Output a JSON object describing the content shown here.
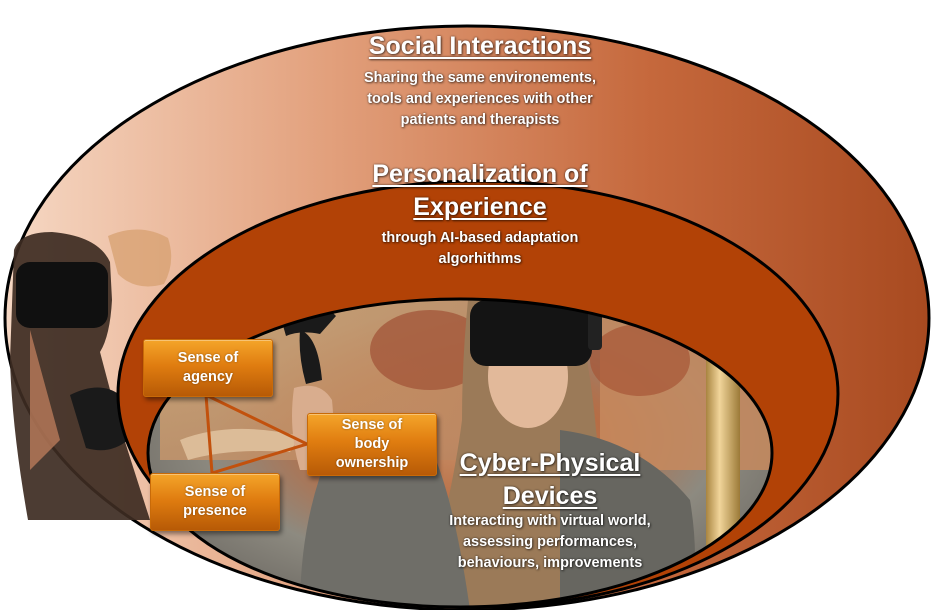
{
  "social": {
    "title": "Social Interactions",
    "description_lines": [
      "Sharing the same environements,",
      "tools and experiences with other",
      "patients and therapists"
    ]
  },
  "personalization": {
    "title_lines": [
      "Personalization of",
      "Experience"
    ],
    "description_lines": [
      "through AI-based adaptation",
      "algorhithms"
    ]
  },
  "cyber": {
    "title_lines": [
      "Cyber-Physical",
      "Devices"
    ],
    "description_lines": [
      "Interacting with virtual world,",
      "assessing performances,",
      "behaviours, improvements"
    ]
  },
  "senses": {
    "agency_lines": [
      "Sense of",
      "agency"
    ],
    "body_lines": [
      "Sense of",
      "body",
      "ownership"
    ],
    "presence_lines": [
      "Sense of",
      "presence"
    ]
  },
  "colors": {
    "outer_ellipse_light": "#f3c9ac",
    "outer_ellipse_dark": "#b5552a",
    "middle_ellipse": "#b24206",
    "sense_box": "#e8870f",
    "triangle_line": "#c2510d",
    "outline": "#000000"
  },
  "icons": {
    "vr_headset": "vr-headset-icon",
    "controller": "controller-icon"
  }
}
